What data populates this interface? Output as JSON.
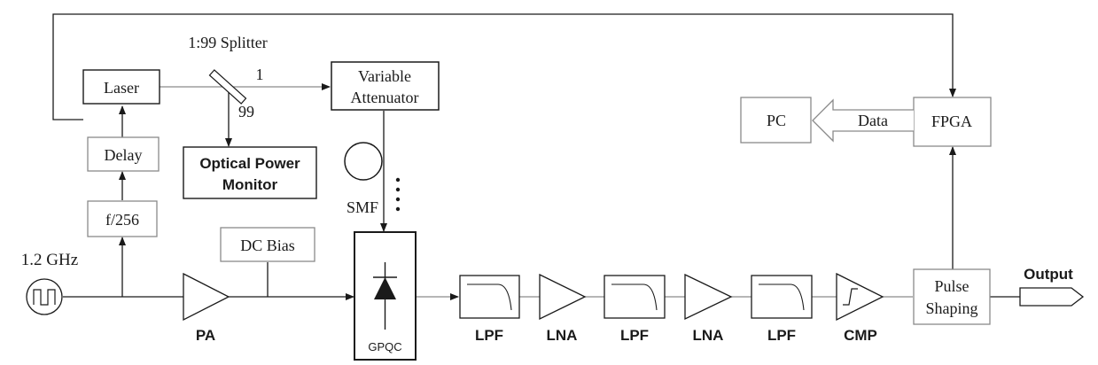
{
  "colors": {
    "stroke_dark": "#1a1a1a",
    "stroke_light": "#8a8a8a",
    "background": "#ffffff"
  },
  "labels": {
    "splitter": "1:99 Splitter",
    "port_1": "1",
    "port_99": "99",
    "laser": "Laser",
    "variable_attenuator_line1": "Variable",
    "variable_attenuator_line2": "Attenuator",
    "optical_power_monitor_line1": "Optical Power",
    "optical_power_monitor_line2": "Monitor",
    "delay": "Delay",
    "divider": "f/256",
    "clock": "1.2 GHz",
    "dc_bias": "DC Bias",
    "pa": "PA",
    "smf": "SMF",
    "gpqc": "GPQC",
    "lpf_1": "LPF",
    "lna_1": "LNA",
    "lpf_2": "LPF",
    "lna_2": "LNA",
    "lpf_3": "LPF",
    "cmp": "CMP",
    "pulse_shaping_line1": "Pulse",
    "pulse_shaping_line2": "Shaping",
    "output": "Output",
    "fpga": "FPGA",
    "pc": "PC",
    "data": "Data"
  },
  "icons": {
    "clock_source": "square-wave-icon",
    "amplifier": "triangle-amplifier-icon",
    "filter": "lowpass-response-icon",
    "comparator": "step-comparator-icon",
    "photodiode": "diode-icon",
    "fiber": "fiber-coil-icon",
    "splitter": "beam-splitter-icon",
    "data_arrow": "hollow-arrow-icon",
    "output_port": "output-port-icon"
  }
}
